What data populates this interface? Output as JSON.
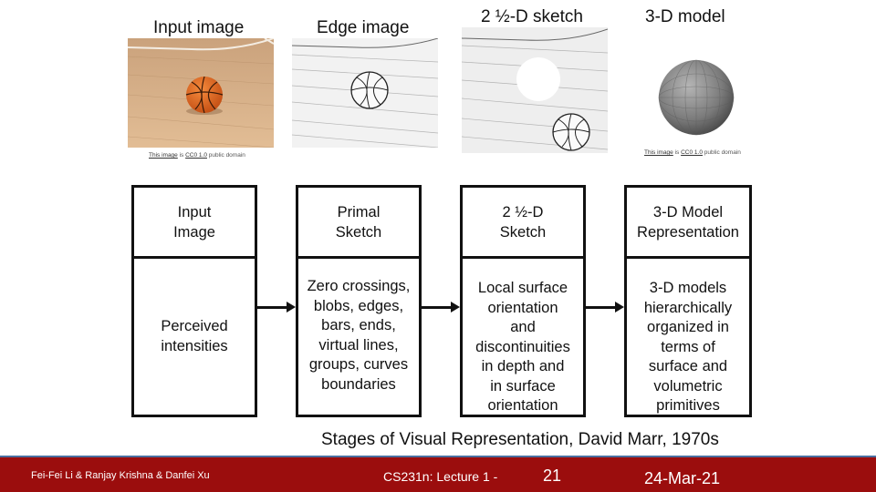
{
  "images": [
    {
      "title": "Input image",
      "credit_link": "This image",
      "credit_mid": " is ",
      "credit_license": "CC0 1.0",
      "credit_tail": " public domain"
    },
    {
      "title": "Edge image"
    },
    {
      "title": "2 ½-D sketch"
    },
    {
      "title": "3-D model",
      "credit_link": "This image",
      "credit_mid": " is ",
      "credit_license": "CC0 1.0",
      "credit_tail": " public domain"
    }
  ],
  "stages": [
    {
      "head": "Input\nImage",
      "body": "Perceived\nintensities"
    },
    {
      "head": "Primal\nSketch",
      "body": "Zero crossings,\nblobs, edges,\nbars, ends,\nvirtual lines,\ngroups, curves\nboundaries"
    },
    {
      "head": "2 ½-D\nSketch",
      "body": "Local surface\norientation\nand\ndiscontinuities\nin depth and\nin surface\norientation"
    },
    {
      "head": "3-D Model\nRepresentation",
      "body": "3-D models\nhierarchically\norganized in\nterms of\nsurface and\nvolumetric\nprimitives"
    }
  ],
  "caption": "Stages of Visual Representation, David Marr, 1970s",
  "footer": {
    "authors": "Fei-Fei Li & Ranjay Krishna & Danfei Xu",
    "course": "CS231n: Lecture 1 -",
    "slide_number": "21",
    "date": "24-Mar-21"
  },
  "colors": {
    "footer_bg": "#9b0d0d",
    "footer_border": "#4a6fa0",
    "ball_orange": "#e0631f",
    "floor_wood": "#d9b48c"
  }
}
